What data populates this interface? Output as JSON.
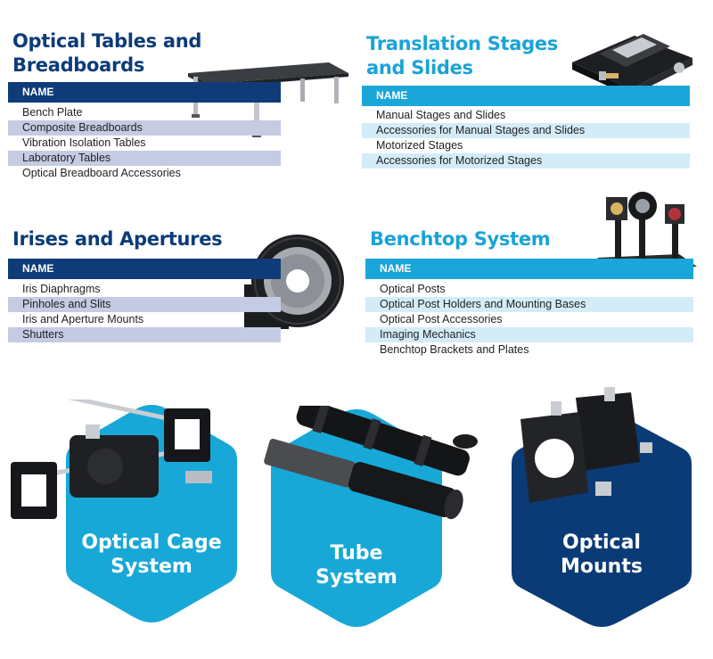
{
  "sections": [
    {
      "title_line1": "Optical Tables and",
      "title_line2": "Breadboards",
      "header": "NAME",
      "items": [
        "Bench Plate",
        "Composite Breadboards",
        "Vibration Isolation Tables",
        "Laboratory Tables",
        "Optical Breadboard Accessories"
      ]
    },
    {
      "title_line1": "Translation Stages",
      "title_line2": "and Slides",
      "header": "NAME",
      "items": [
        "Manual Stages and Slides",
        "Accessories for Manual Stages and Slides",
        "Motorized Stages",
        "Accessories for Motorized Stages"
      ]
    },
    {
      "title_line1": "Irises and Apertures",
      "header": "NAME",
      "items": [
        "Iris Diaphragms",
        "Pinholes and Slits",
        "Iris and Aperture Mounts",
        "Shutters"
      ]
    },
    {
      "title_line1": "Benchtop System",
      "header": "NAME",
      "items": [
        "Optical Posts",
        "Optical Post Holders and Mounting Bases",
        "Optical Post Accessories",
        "Imaging Mechanics",
        "Benchtop Brackets and Plates"
      ]
    }
  ],
  "systems": [
    {
      "line1": "Optical Cage",
      "line2": "System",
      "color": "#17a8d8"
    },
    {
      "line1": "Tube",
      "line2": "System",
      "color": "#17a8d8"
    },
    {
      "line1": "Optical",
      "line2": "Mounts",
      "color": "#0b3b76"
    }
  ],
  "colors": {
    "navy": "#0f3c78",
    "cyan": "#1ba6d9"
  }
}
